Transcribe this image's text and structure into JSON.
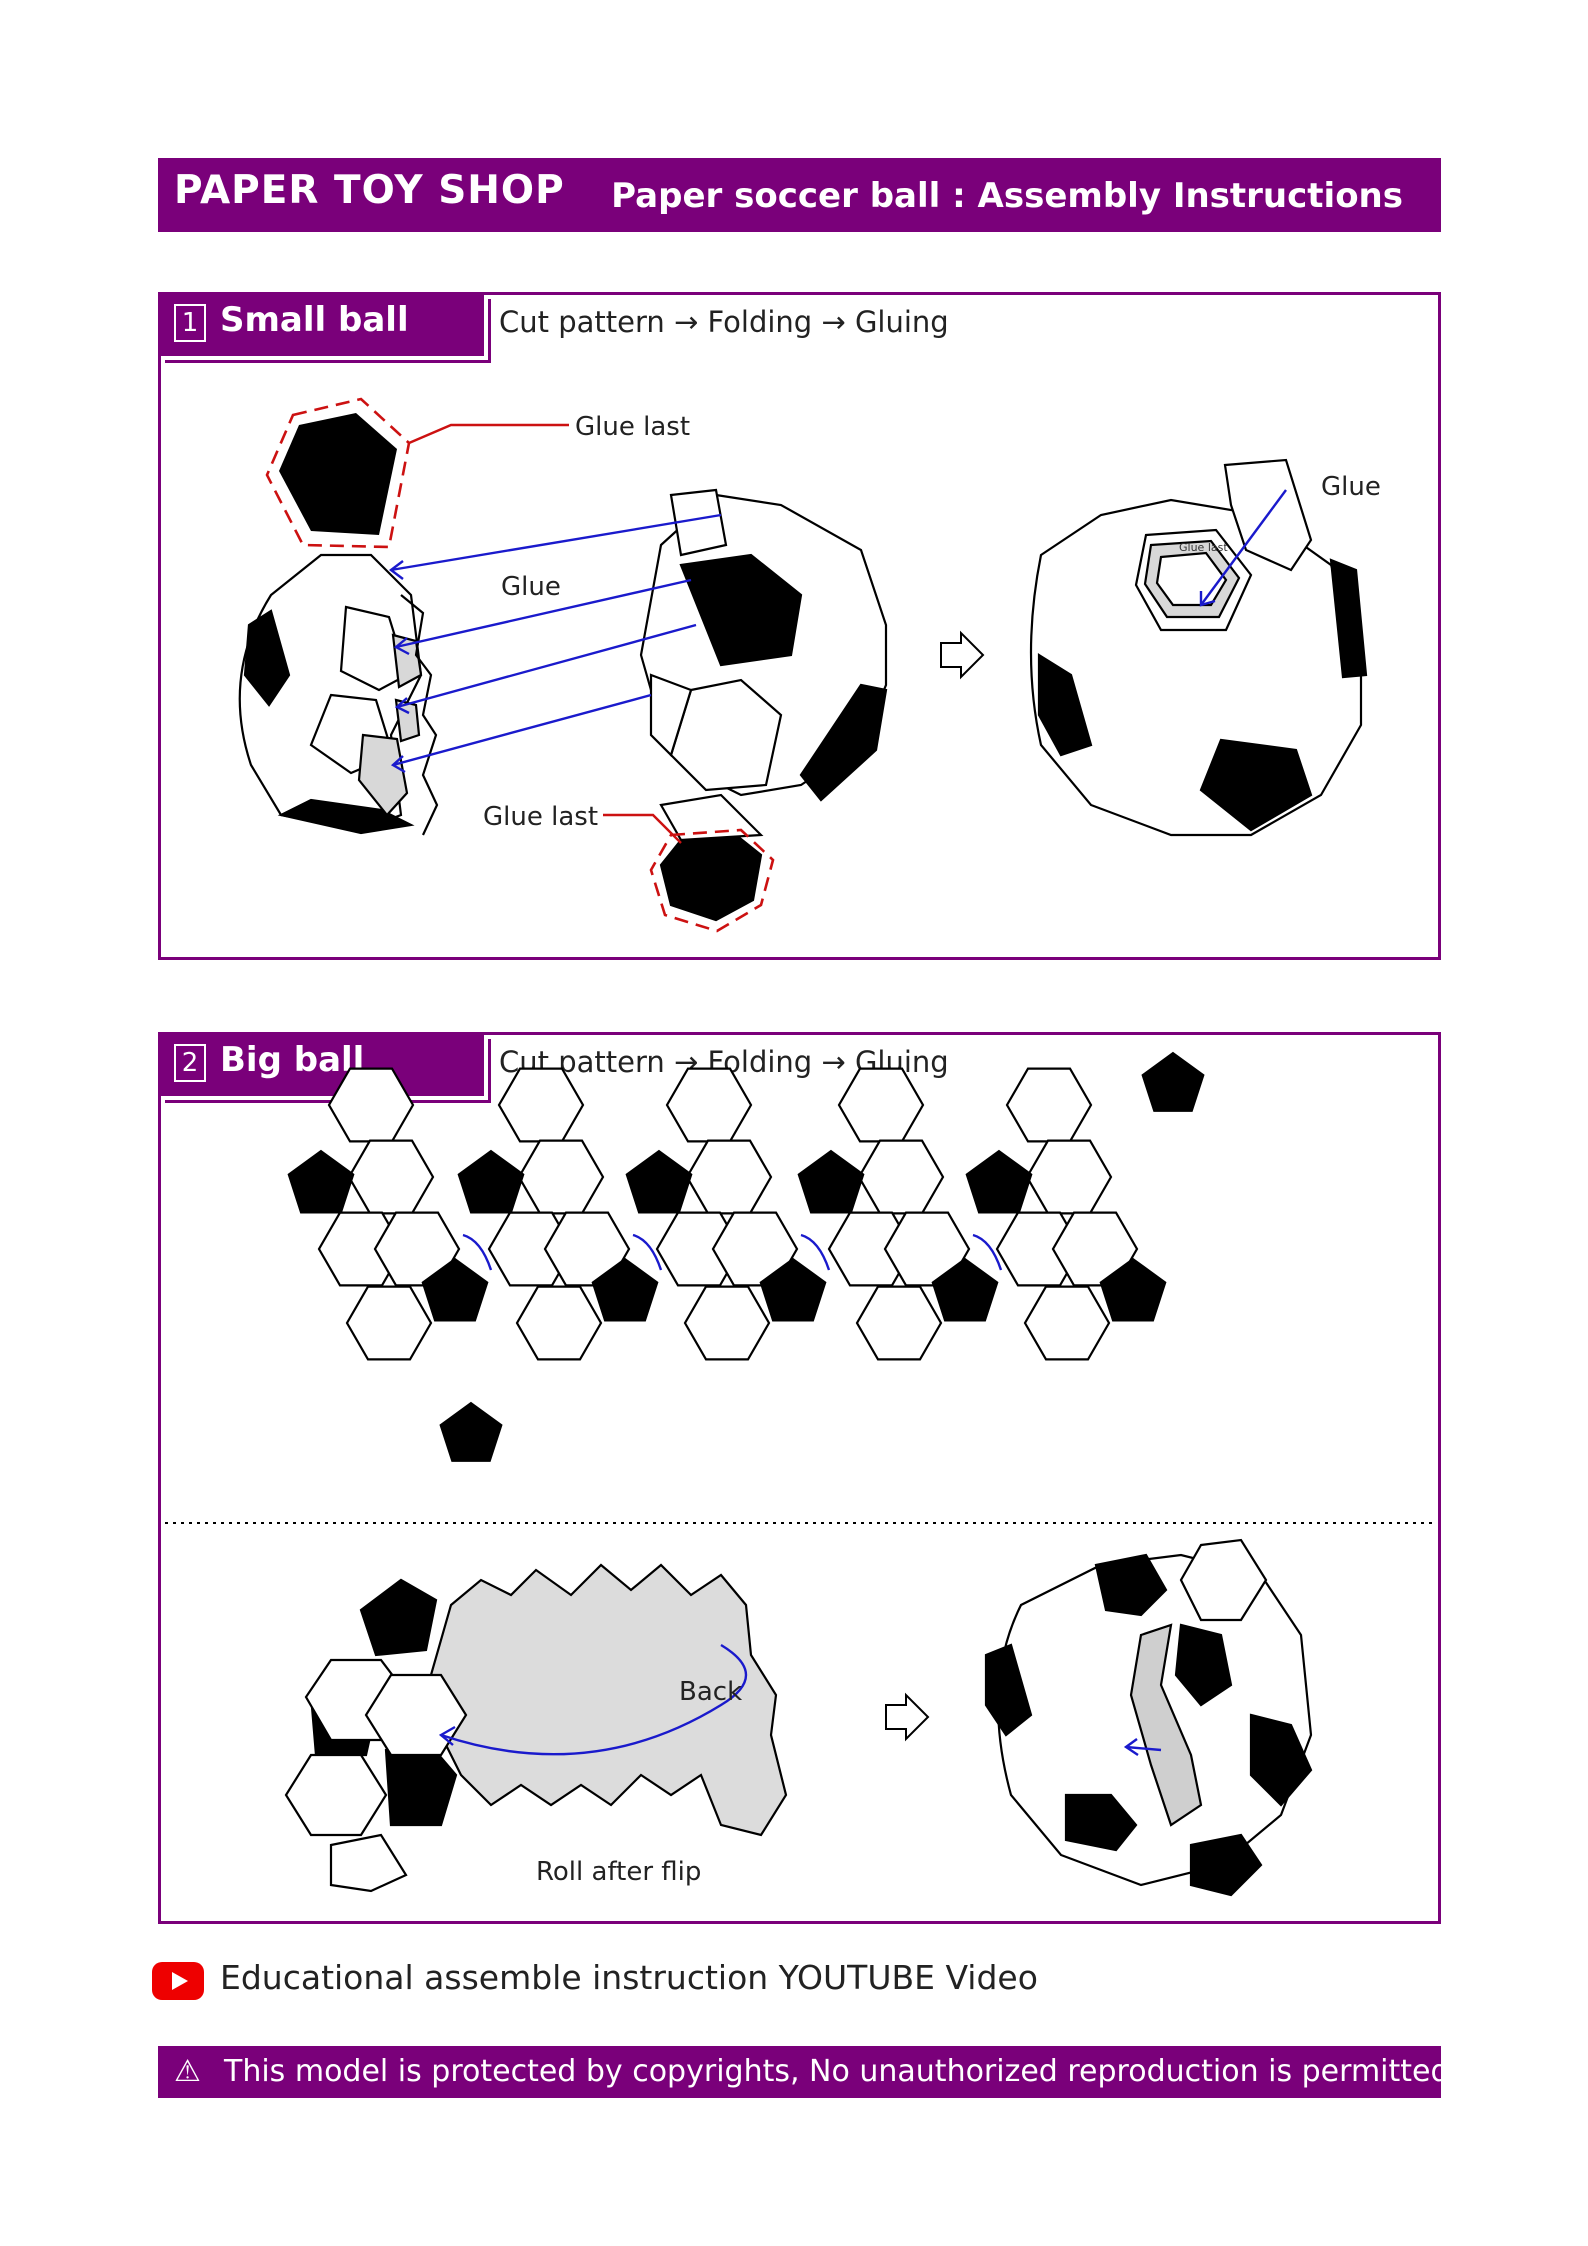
{
  "header": {
    "brand": "PAPER TOY SHOP",
    "title": "Paper soccer ball : Assembly Instructions"
  },
  "sections": [
    {
      "number": "1",
      "name": "Small ball",
      "steps": "Cut pattern → Folding → Gluing",
      "labels": {
        "glue_last_top": "Glue last",
        "glue_middle": "Glue",
        "glue_last_bottom": "Glue last",
        "glue_right": "Glue",
        "tab_glue_last": "Glue last"
      }
    },
    {
      "number": "2",
      "name": "Big ball",
      "steps": "Cut pattern → Folding → Gluing",
      "labels": {
        "back": "Back",
        "roll": "Roll after flip"
      }
    }
  ],
  "footer": {
    "video": "Educational assemble instruction YOUTUBE Video",
    "copyright": "This model is protected by copyrights, No unauthorized reproduction is permitted.",
    "copyright_icon": "warning-icon"
  },
  "colors": {
    "brand_purple": "#7a007a",
    "arrow_blue": "#1a1acc",
    "leader_red": "#cc1111",
    "fill_gray": "#dcdcdc"
  },
  "icons": [
    "youtube-icon",
    "warning-icon",
    "hollow-arrow-icon"
  ]
}
